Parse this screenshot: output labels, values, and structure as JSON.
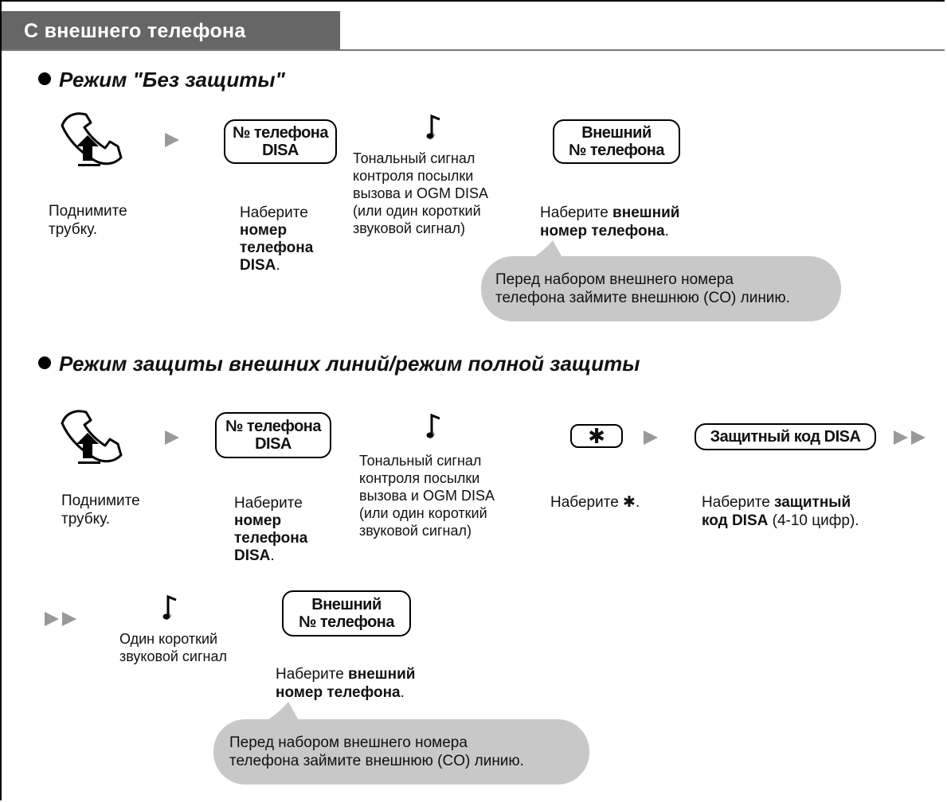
{
  "header": {
    "title": "С внешнего телефона"
  },
  "section1": {
    "heading": "Режим \"Без защиты\"",
    "step1": {
      "icon": "handset-lift-icon",
      "caption_line1": "Поднимите",
      "caption_line2": "трубку."
    },
    "step2": {
      "key_line1": "№ телефона",
      "key_line2": "DISA",
      "caption_line1": "Наберите",
      "caption_bold1": "номер",
      "caption_bold2": "телефона",
      "caption_bold3": "DISA",
      "caption_end": "."
    },
    "step3": {
      "icon": "tone-note-icon",
      "line1": "Тональный сигнал",
      "line2": "контроля посылки",
      "line3": "вызова и OGM DISA",
      "line4": "(или один короткий",
      "line5": "звуковой сигнал)"
    },
    "step4": {
      "key_line1": "Внешний",
      "key_line2": "№ телефона",
      "caption_pre": "Наберите ",
      "caption_bold1": "внешний",
      "caption_bold2": "номер телефона",
      "caption_end": "."
    },
    "note": {
      "line1": "Перед набором внешнего номера",
      "line2": "телефона займите внешнюю (CO) линию."
    }
  },
  "section2": {
    "heading": "Режим защиты внешних линий/режим полной защиты",
    "step1": {
      "icon": "handset-lift-icon",
      "caption_line1": "Поднимите",
      "caption_line2": "трубку."
    },
    "step2": {
      "key_line1": "№ телефона",
      "key_line2": "DISA",
      "caption_line1": "Наберите",
      "caption_bold1": "номер",
      "caption_bold2": "телефона",
      "caption_bold3": "DISA",
      "caption_end": "."
    },
    "step3": {
      "icon": "tone-note-icon",
      "line1": "Тональный сигнал",
      "line2": "контроля посылки",
      "line3": "вызова и OGM DISA",
      "line4": "(или один короткий",
      "line5": "звуковой сигнал)"
    },
    "step4": {
      "key_label": "✱",
      "caption_pre": "Наберите ",
      "caption_symbol": "✱",
      "caption_end": "."
    },
    "step5": {
      "key_label": "Защитный код DISA",
      "caption_pre": "Наберите ",
      "caption_bold1": "защитный",
      "caption_bold2": "код DISA",
      "caption_end": " (4-10 цифр)."
    },
    "step6": {
      "icon": "tone-note-icon",
      "line1": "Один короткий",
      "line2": "звуковой сигнал"
    },
    "step7": {
      "key_line1": "Внешний",
      "key_line2": "№ телефона",
      "caption_pre": "Наберите ",
      "caption_bold1": "внешний",
      "caption_bold2": "номер телефона",
      "caption_end": "."
    },
    "note": {
      "line1": "Перед набором внешнего номера",
      "line2": "телефона займите внешнюю (CO) линию."
    }
  },
  "colors": {
    "header_bg": "#666666",
    "bubble_bg": "#c8c8c8",
    "arrow": "#999999"
  }
}
